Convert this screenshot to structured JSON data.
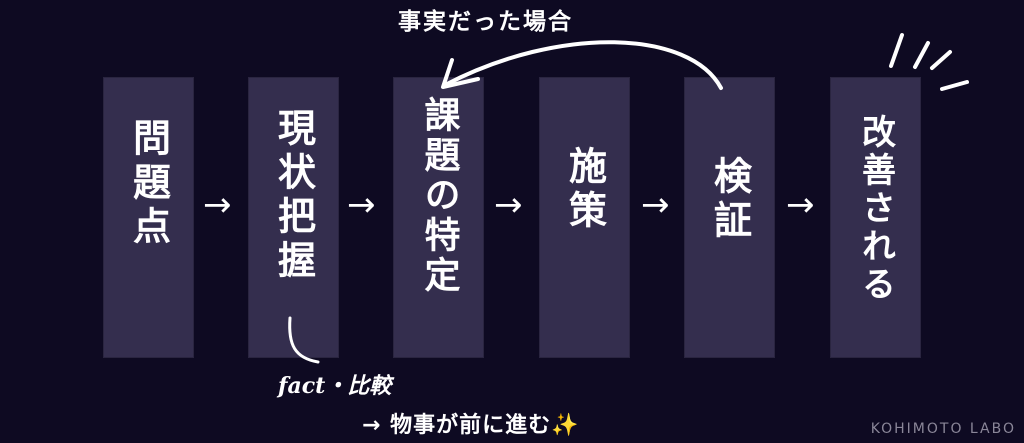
{
  "diagram": {
    "top_label": "事実だった場合",
    "steps": [
      {
        "label": "問題点"
      },
      {
        "label": "現状把握"
      },
      {
        "label": "課題の特定"
      },
      {
        "label": "施策"
      },
      {
        "label": "検証"
      },
      {
        "label": "改善される"
      }
    ],
    "arrow_glyph": "→",
    "fact_note": "fact・比較",
    "bottom_caption": {
      "arrow": "→",
      "text": "物事が前に進む",
      "emoji": "✨"
    },
    "watermark": "KOHIMOTO LABO",
    "colors": {
      "background": "#0e0a22",
      "box": "#342e4e",
      "text": "#ffffff",
      "watermark": "#8a8698",
      "sparkle": "#f5c84c"
    }
  }
}
